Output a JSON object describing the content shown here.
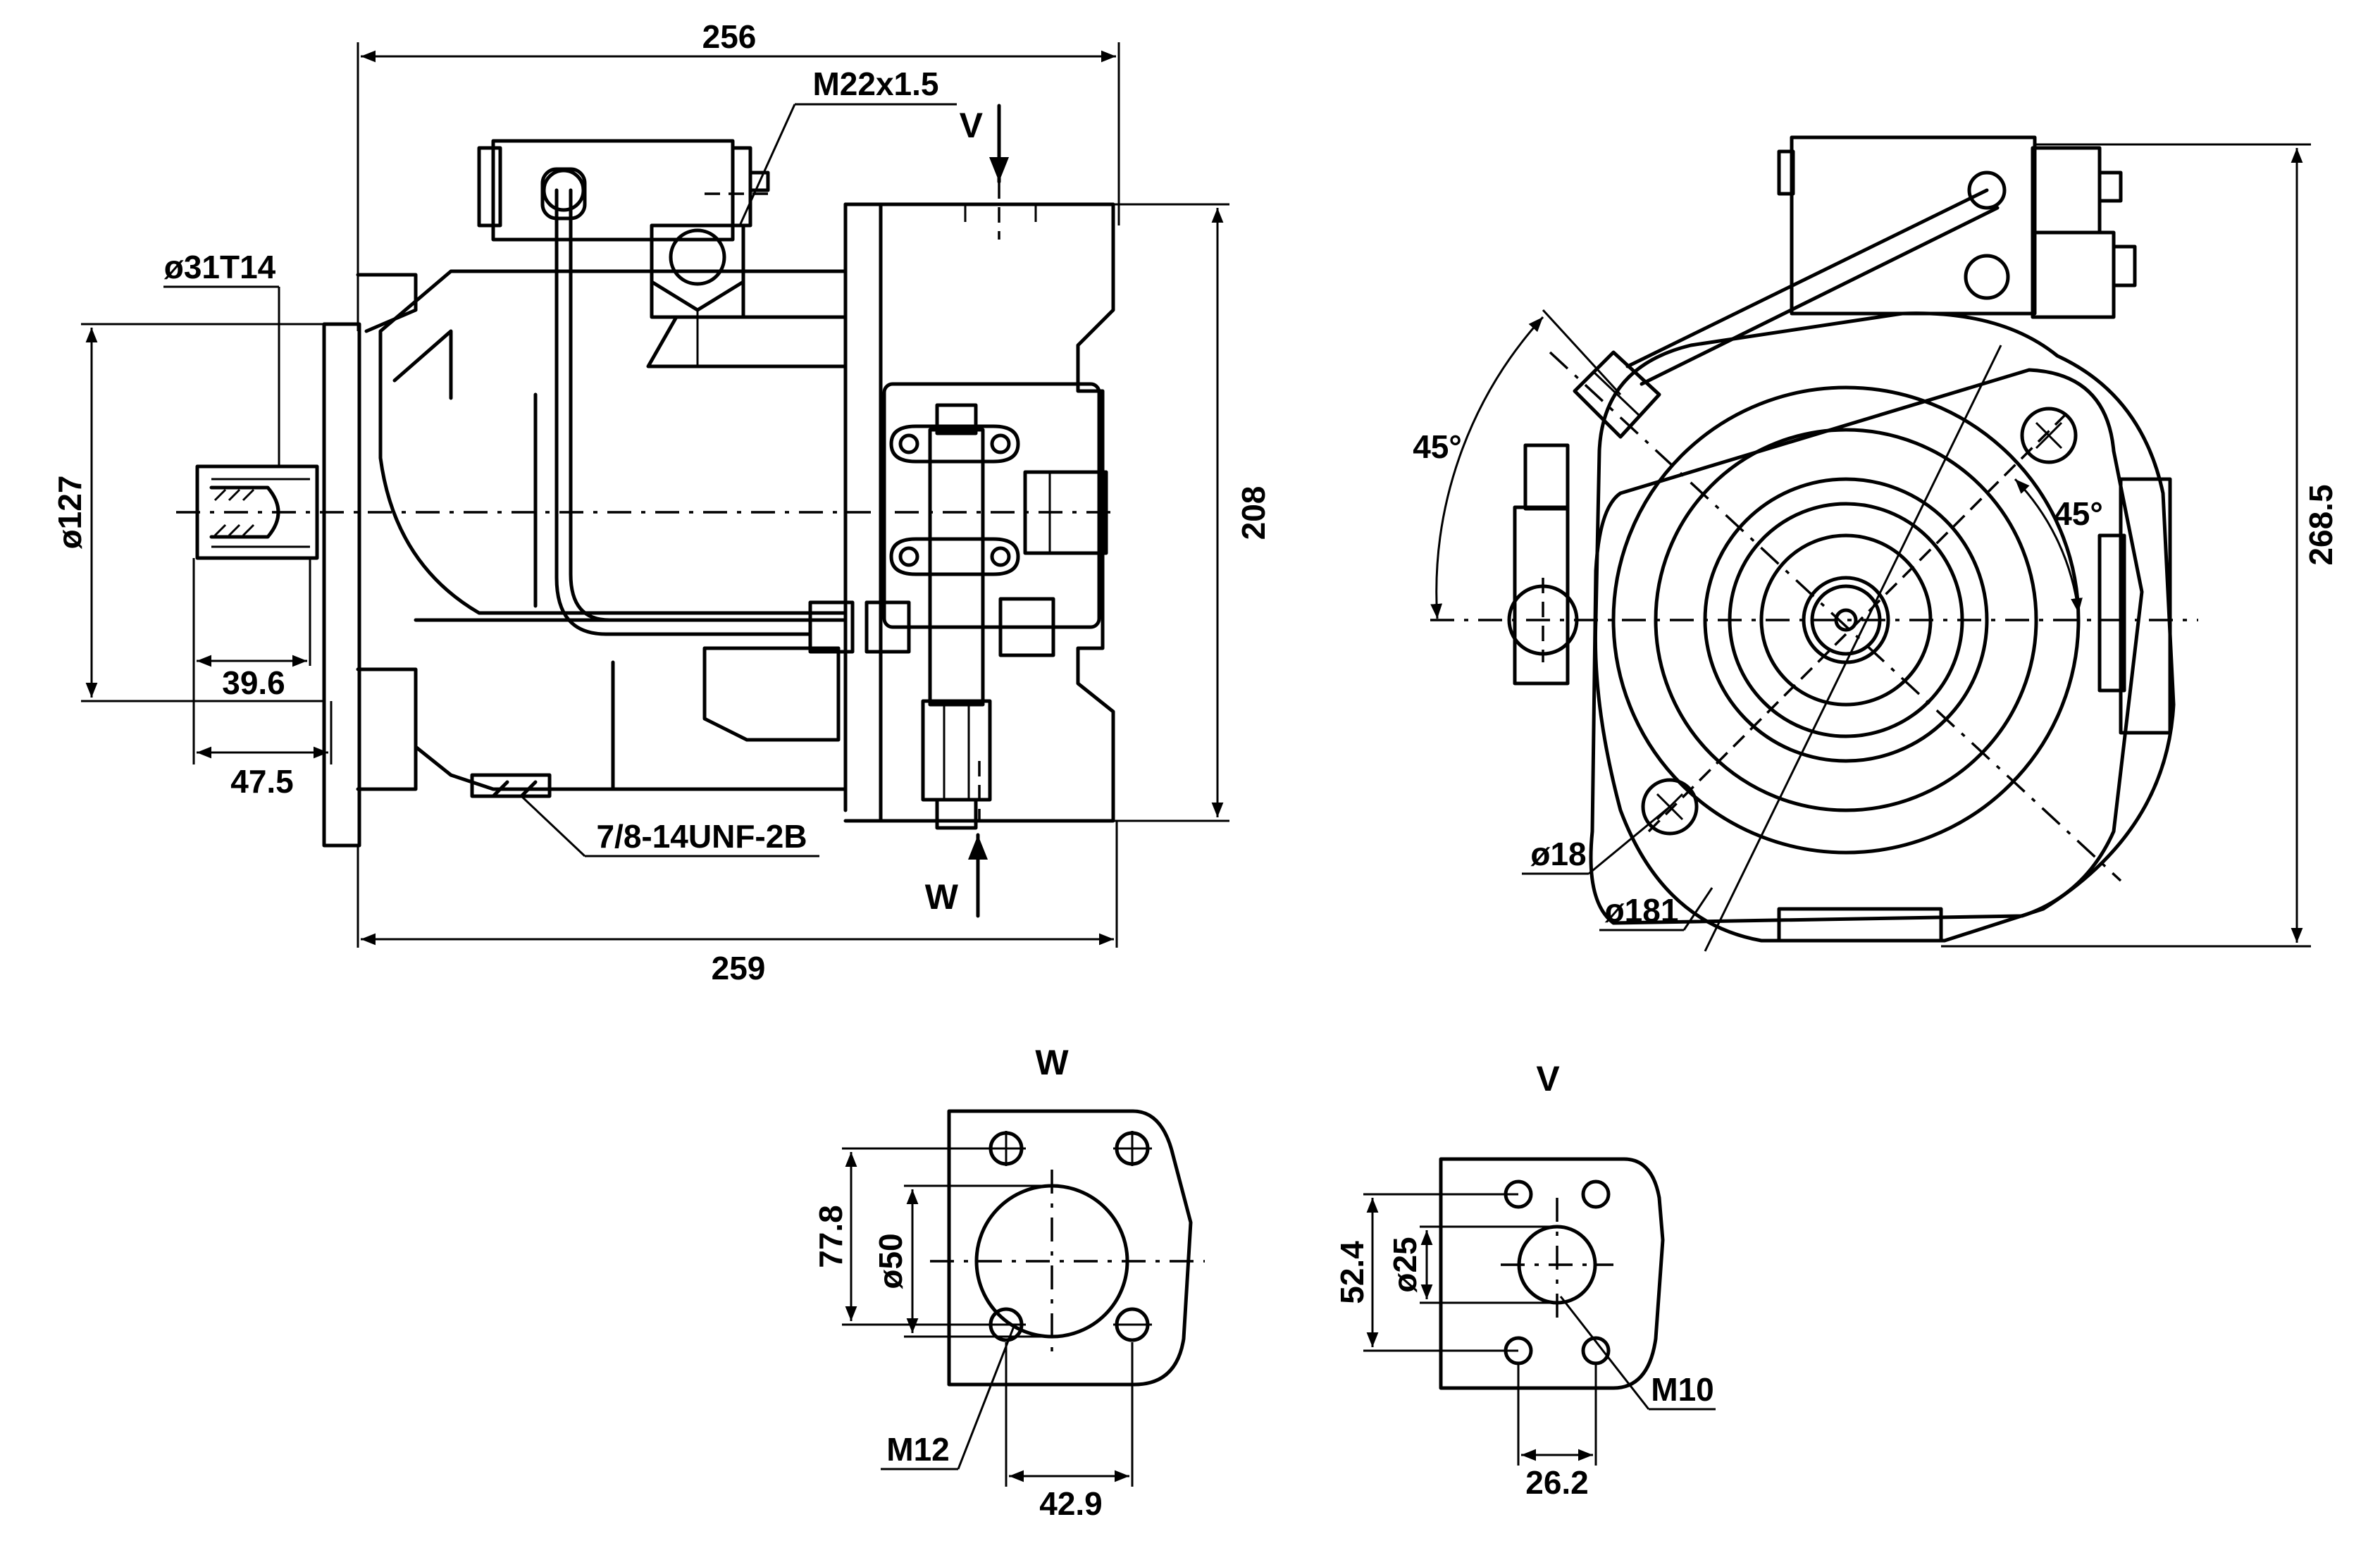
{
  "drawing": {
    "subject": "Hydraulic axial piston pump — dimensional drawing",
    "units": "mm",
    "side_view": {
      "dims": {
        "overall_top": "256",
        "overall_bottom": "259",
        "height_right": "208",
        "flange_dia": "ø127",
        "shaft_spline": "ø31T14",
        "shaft_len_1": "39.6",
        "shaft_len_2": "47.5",
        "port_thread_top": "M22x1.5",
        "port_thread_bottom": "7/8-14UNF-2B"
      },
      "view_markers": {
        "v": "V",
        "w": "W"
      }
    },
    "end_view": {
      "dims": {
        "angle_left": "45°",
        "angle_right": "45°",
        "height_right": "268.5",
        "bolt_hole": "ø18",
        "bolt_circle": "ø181"
      }
    },
    "port_w": {
      "title": "W",
      "dims": {
        "height": "77.8",
        "bore": "ø50",
        "bolt_spacing": "42.9",
        "thread": "M12"
      }
    },
    "port_v": {
      "title": "V",
      "dims": {
        "height": "52.4",
        "bore": "ø25",
        "bolt_spacing": "26.2",
        "thread": "M10"
      }
    }
  }
}
